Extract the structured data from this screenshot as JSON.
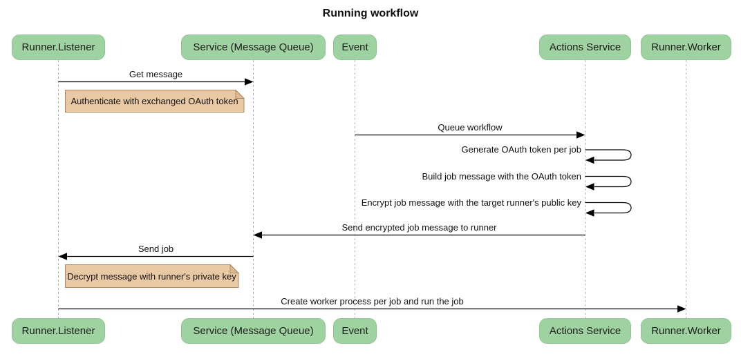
{
  "title": "Running workflow",
  "colors": {
    "participant_fill": "#9ed2a0",
    "participant_border": "#8fc492",
    "note_fill": "#e9c9a3",
    "note_border": "#aa8a62",
    "lifeline": "#b3b3b3",
    "arrow": "#000000",
    "background": "#ffffff",
    "text": "#111111"
  },
  "participants": [
    {
      "label": "Runner.Listener"
    },
    {
      "label": "Service (Message Queue)"
    },
    {
      "label": "Event"
    },
    {
      "label": "Actions Service"
    },
    {
      "label": "Runner.Worker"
    }
  ],
  "messages": [
    {
      "label": "Get message",
      "from": "Runner.Listener",
      "to": "Service (Message Queue)",
      "kind": "arrow-right"
    },
    {
      "label": "Queue workflow",
      "from": "Event",
      "to": "Actions Service",
      "kind": "arrow-right"
    },
    {
      "label": "Generate OAuth token per job",
      "from": "Actions Service",
      "to": "Actions Service",
      "kind": "self-loop"
    },
    {
      "label": "Build job message with the OAuth token",
      "from": "Actions Service",
      "to": "Actions Service",
      "kind": "self-loop"
    },
    {
      "label": "Encrypt job message with the target runner's public key",
      "from": "Actions Service",
      "to": "Actions Service",
      "kind": "self-loop"
    },
    {
      "label": "Send encrypted job message to runner",
      "from": "Actions Service",
      "to": "Service (Message Queue)",
      "kind": "arrow-left"
    },
    {
      "label": "Send job",
      "from": "Service (Message Queue)",
      "to": "Runner.Listener",
      "kind": "arrow-left"
    },
    {
      "label": "Create worker process per job and run the job",
      "from": "Runner.Listener",
      "to": "Runner.Worker",
      "kind": "arrow-right"
    }
  ],
  "notes": [
    {
      "text": "Authenticate with exchanged OAuth token",
      "over": "Runner.Listener"
    },
    {
      "text": "Decrypt message with runner's private key",
      "over": "Runner.Listener"
    }
  ]
}
